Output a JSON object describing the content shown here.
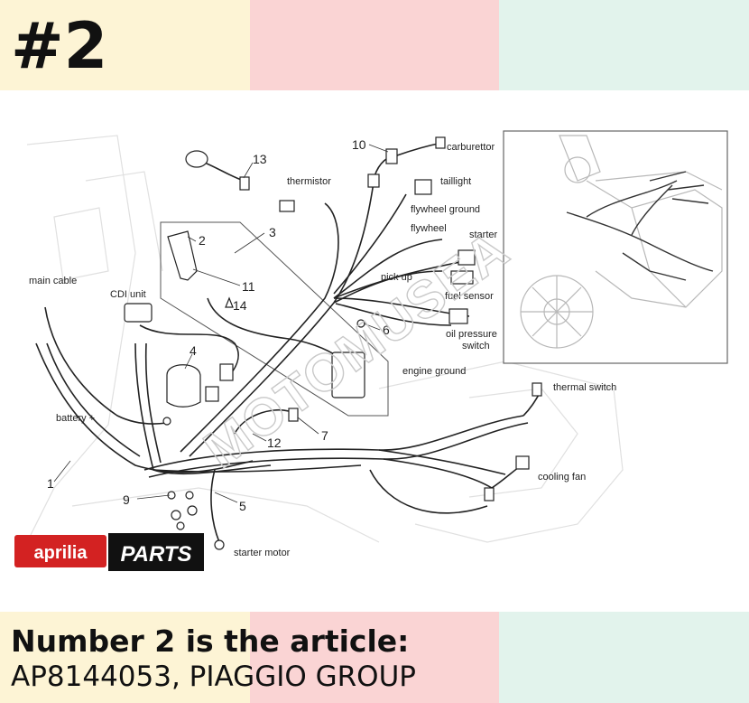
{
  "header": {
    "number": "#2"
  },
  "footer": {
    "headline": "Number 2 is the article:",
    "article": "AP8144053, PIAGGIO GROUP"
  },
  "colors": {
    "band_yellow": "#fdf4d5",
    "band_pink": "#fad4d4",
    "band_mint": "#e2f3ec",
    "logo_red": "#d32222",
    "logo_black": "#111111"
  },
  "logo": {
    "brand": "aprilia",
    "word": "PARTS"
  },
  "watermark": "MOTOMUSEA",
  "diagram": {
    "callouts": [
      "1",
      "2",
      "3",
      "4",
      "5",
      "6",
      "7",
      "9",
      "10",
      "11",
      "12",
      "13",
      "14"
    ],
    "labels": {
      "main_cable": "main cable",
      "cdi_unit": "CDI unit",
      "battery": "battery +",
      "thermistor": "thermistor",
      "carburettor": "carburettor",
      "taillight": "taillight",
      "flywheel_ground": "flywheel ground",
      "flywheel": "flywheel",
      "starter": "starter",
      "pick_up": "pick up",
      "fuel_sensor": "fuel sensor",
      "oil_pressure": "oil pressure",
      "switch": "switch",
      "engine_ground": "engine ground",
      "thermal_switch": "thermal switch",
      "cooling_fan": "cooling fan",
      "starter_motor": "starter motor"
    }
  }
}
